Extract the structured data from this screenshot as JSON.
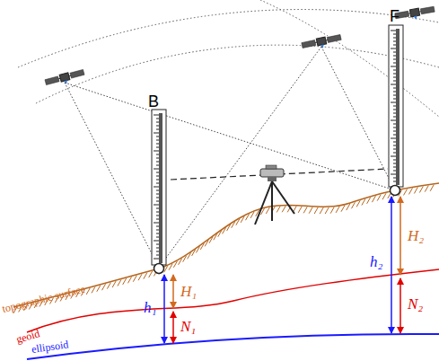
{
  "diagram": {
    "labels": [
      "B",
      "F",
      "h₁",
      "H₁",
      "N₁",
      "h₂",
      "H₂",
      "N₂",
      "topographic surface",
      "geoid",
      "ellipsoid"
    ]
  }
}
